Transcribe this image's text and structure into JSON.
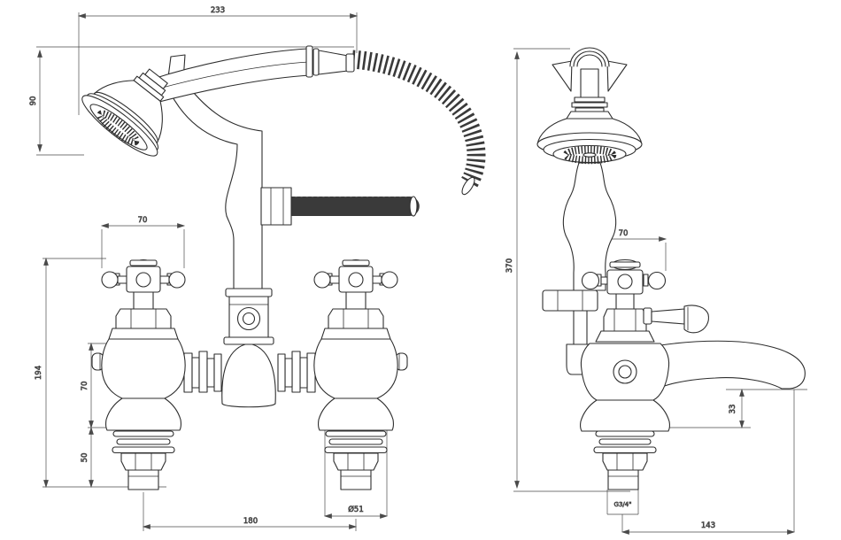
{
  "drawing": {
    "type": "technical-dimension-drawing",
    "product": "bath shower mixer with handset",
    "line_color": "#2e2e2e",
    "dim_color": "#4a4a4a",
    "background": "#ffffff"
  },
  "dims": {
    "front": {
      "handset_length": "233",
      "handset_height": "90",
      "handle_width": "70",
      "overall_height": "194",
      "body_height": "70",
      "shank_height": "50",
      "tap_centres": "180",
      "base_diameter": "Ø51"
    },
    "side": {
      "overall_height": "370",
      "handle_width": "70",
      "spout_height": "33",
      "connection_thread": "G3/4\"",
      "spout_reach": "143"
    }
  }
}
